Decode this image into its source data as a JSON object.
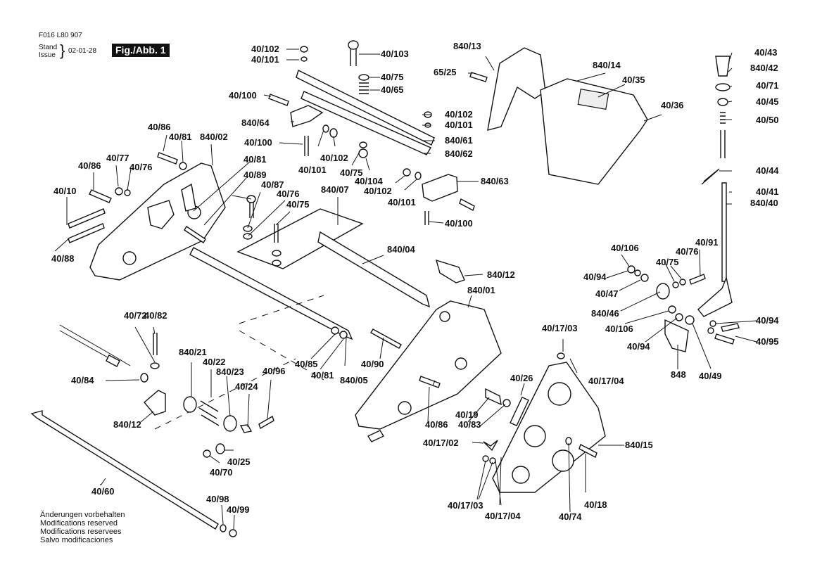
{
  "header": {
    "doc_number": "F016 L80 907",
    "stand": "Stand",
    "issue": "Issue",
    "date": "02-01-28",
    "figure": "Fig./Abb. 1"
  },
  "notes": [
    "Änderungen vorbehalten",
    "Modifications reserved",
    "Modifications reservees",
    "Salvo modificaciones"
  ],
  "callouts": [
    {
      "id": "c1",
      "text": "40/102"
    },
    {
      "id": "c2",
      "text": "40/101"
    },
    {
      "id": "c3",
      "text": "40/103"
    },
    {
      "id": "c4",
      "text": "40/75"
    },
    {
      "id": "c5",
      "text": "40/65"
    },
    {
      "id": "c6",
      "text": "40/100"
    },
    {
      "id": "c7",
      "text": "840/64"
    },
    {
      "id": "c8",
      "text": "40/102"
    },
    {
      "id": "c9",
      "text": "40/101"
    },
    {
      "id": "c10",
      "text": "840/61"
    },
    {
      "id": "c11",
      "text": "840/62"
    },
    {
      "id": "c12",
      "text": "40/100"
    },
    {
      "id": "c13",
      "text": "40/101"
    },
    {
      "id": "c14",
      "text": "40/102"
    },
    {
      "id": "c15",
      "text": "40/75"
    },
    {
      "id": "c16",
      "text": "40/104"
    },
    {
      "id": "c17",
      "text": "40/102"
    },
    {
      "id": "c18",
      "text": "40/101"
    },
    {
      "id": "c19",
      "text": "840/63"
    },
    {
      "id": "c20",
      "text": "40/100"
    },
    {
      "id": "c21",
      "text": "840/13"
    },
    {
      "id": "c22",
      "text": "65/25"
    },
    {
      "id": "c23",
      "text": "840/14"
    },
    {
      "id": "c24",
      "text": "40/35"
    },
    {
      "id": "c25",
      "text": "40/36"
    },
    {
      "id": "c26",
      "text": "40/43"
    },
    {
      "id": "c27",
      "text": "840/42"
    },
    {
      "id": "c28",
      "text": "40/71"
    },
    {
      "id": "c29",
      "text": "40/45"
    },
    {
      "id": "c30",
      "text": "40/50"
    },
    {
      "id": "c31",
      "text": "40/44"
    },
    {
      "id": "c32",
      "text": "40/41"
    },
    {
      "id": "c33",
      "text": "840/40"
    },
    {
      "id": "c34",
      "text": "40/86"
    },
    {
      "id": "c35",
      "text": "40/81"
    },
    {
      "id": "c36",
      "text": "840/02"
    },
    {
      "id": "c37",
      "text": "40/77"
    },
    {
      "id": "c38",
      "text": "40/76"
    },
    {
      "id": "c39",
      "text": "40/86"
    },
    {
      "id": "c40",
      "text": "40/81"
    },
    {
      "id": "c41",
      "text": "40/10"
    },
    {
      "id": "c42",
      "text": "40/89"
    },
    {
      "id": "c43",
      "text": "40/87"
    },
    {
      "id": "c44",
      "text": "40/76"
    },
    {
      "id": "c45",
      "text": "40/75"
    },
    {
      "id": "c46",
      "text": "40/88"
    },
    {
      "id": "c47",
      "text": "840/07"
    },
    {
      "id": "c48",
      "text": "840/04"
    },
    {
      "id": "c49",
      "text": "840/12"
    },
    {
      "id": "c50",
      "text": "840/01"
    },
    {
      "id": "c51",
      "text": "40/106"
    },
    {
      "id": "c52",
      "text": "40/91"
    },
    {
      "id": "c53",
      "text": "40/76"
    },
    {
      "id": "c54",
      "text": "40/75"
    },
    {
      "id": "c55",
      "text": "40/94"
    },
    {
      "id": "c56",
      "text": "40/47"
    },
    {
      "id": "c57",
      "text": "840/46"
    },
    {
      "id": "c58",
      "text": "40/106"
    },
    {
      "id": "c59",
      "text": "40/94"
    },
    {
      "id": "c60",
      "text": "40/94"
    },
    {
      "id": "c61",
      "text": "40/95"
    },
    {
      "id": "c62",
      "text": "848"
    },
    {
      "id": "c63",
      "text": "40/49"
    },
    {
      "id": "c64",
      "text": "40/72"
    },
    {
      "id": "c65",
      "text": "40/82"
    },
    {
      "id": "c66",
      "text": "40/84"
    },
    {
      "id": "c67",
      "text": "840/12"
    },
    {
      "id": "c68",
      "text": "840/21"
    },
    {
      "id": "c69",
      "text": "40/22"
    },
    {
      "id": "c70",
      "text": "840/23"
    },
    {
      "id": "c71",
      "text": "40/24"
    },
    {
      "id": "c72",
      "text": "40/96"
    },
    {
      "id": "c73",
      "text": "40/85"
    },
    {
      "id": "c74",
      "text": "40/81"
    },
    {
      "id": "c75",
      "text": "840/05"
    },
    {
      "id": "c76",
      "text": "40/90"
    },
    {
      "id": "c77",
      "text": "40/17/03"
    },
    {
      "id": "c78",
      "text": "40/17/04"
    },
    {
      "id": "c79",
      "text": "40/26"
    },
    {
      "id": "c80",
      "text": "40/19"
    },
    {
      "id": "c81",
      "text": "40/83"
    },
    {
      "id": "c82",
      "text": "40/86"
    },
    {
      "id": "c83",
      "text": "40/17/02"
    },
    {
      "id": "c84",
      "text": "840/15"
    },
    {
      "id": "c85",
      "text": "40/17/03"
    },
    {
      "id": "c86",
      "text": "40/17/04"
    },
    {
      "id": "c87",
      "text": "40/74"
    },
    {
      "id": "c88",
      "text": "40/18"
    },
    {
      "id": "c89",
      "text": "40/25"
    },
    {
      "id": "c90",
      "text": "40/70"
    },
    {
      "id": "c91",
      "text": "40/60"
    },
    {
      "id": "c92",
      "text": "40/98"
    },
    {
      "id": "c93",
      "text": "40/99"
    }
  ]
}
